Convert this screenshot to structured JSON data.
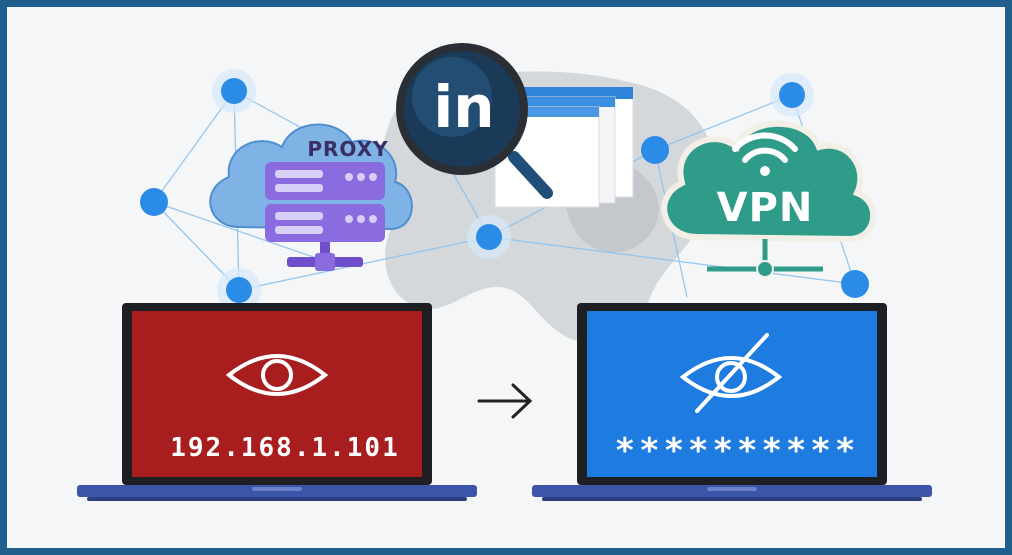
{
  "labels": {
    "proxy": "PROXY",
    "vpn": "VPN",
    "linkedin": "in",
    "exposed_ip": "192.168.1.101",
    "masked_ip": "**********"
  },
  "colors": {
    "frame_border": "#1f5e8d",
    "network_node": "#2b8ce8",
    "proxy_cloud": "#7fb3e6",
    "proxy_server": "#8b6be0",
    "vpn_cloud": "#2f9c8a",
    "exposed_screen": "#a81d1d",
    "hidden_screen": "#1e7be0",
    "linkedin_lens": "#1a3a57"
  },
  "icons": [
    "eye-icon",
    "eye-slash-icon",
    "arrow-right-icon",
    "wifi-icon",
    "magnifier-icon",
    "server-icon",
    "cloud-icon",
    "network-node-icon"
  ]
}
